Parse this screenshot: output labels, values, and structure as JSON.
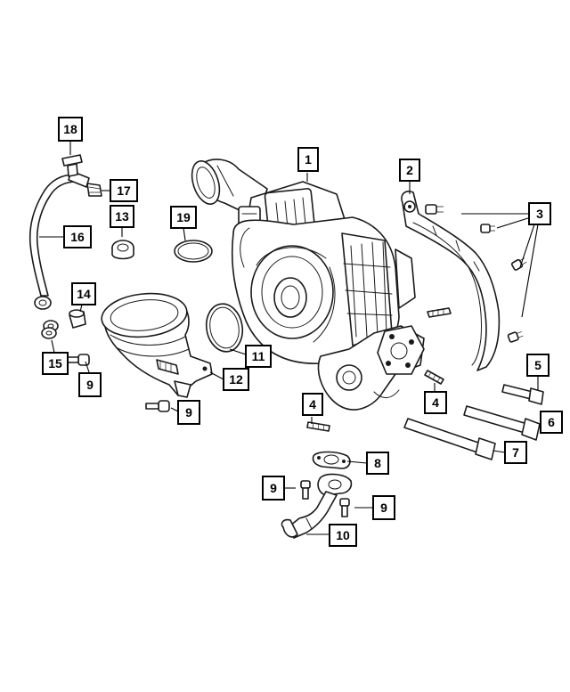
{
  "callouts": [
    {
      "id": "c1",
      "label": "1"
    },
    {
      "id": "c2",
      "label": "2"
    },
    {
      "id": "c3",
      "label": "3"
    },
    {
      "id": "c4a",
      "label": "4"
    },
    {
      "id": "c4b",
      "label": "4"
    },
    {
      "id": "c5",
      "label": "5"
    },
    {
      "id": "c6",
      "label": "6"
    },
    {
      "id": "c7",
      "label": "7"
    },
    {
      "id": "c8",
      "label": "8"
    },
    {
      "id": "c9a",
      "label": "9"
    },
    {
      "id": "c9b",
      "label": "9"
    },
    {
      "id": "c9c",
      "label": "9"
    },
    {
      "id": "c9d",
      "label": "9"
    },
    {
      "id": "c10",
      "label": "10"
    },
    {
      "id": "c11",
      "label": "11"
    },
    {
      "id": "c12",
      "label": "12"
    },
    {
      "id": "c13",
      "label": "13"
    },
    {
      "id": "c14",
      "label": "14"
    },
    {
      "id": "c15",
      "label": "15"
    },
    {
      "id": "c16",
      "label": "16"
    },
    {
      "id": "c17",
      "label": "17"
    },
    {
      "id": "c18",
      "label": "18"
    },
    {
      "id": "c19",
      "label": "19"
    }
  ],
  "colors": {
    "line": "#1a1a1a",
    "background": "#ffffff"
  }
}
